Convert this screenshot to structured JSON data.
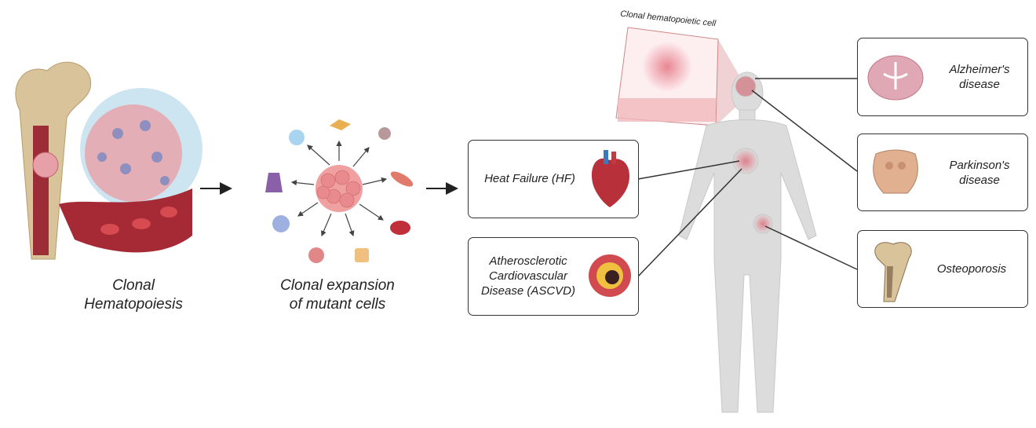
{
  "stages": {
    "clonal_hematopoiesis": {
      "line1": "Clonal",
      "line2": "Hematopoiesis"
    },
    "clonal_expansion": {
      "line1": "Clonal expansion",
      "line2": "of mutant cells"
    }
  },
  "inset": {
    "title": "Clonal hematopoietic cell"
  },
  "diseases": {
    "hf": {
      "label": "Heat Failure (HF)"
    },
    "ascvd": {
      "line1": "Atherosclerotic",
      "line2": "Cardiovascular",
      "line3": "Disease (ASCVD)"
    },
    "alzheimers": {
      "line1": "Alzheimer's",
      "line2": "disease"
    },
    "parkinsons": {
      "line1": "Parkinson's",
      "line2": "disease"
    },
    "osteoporosis": {
      "label": "Osteoporosis"
    }
  },
  "colors": {
    "blood_red": "#a52a35",
    "cell_pink": "#e8a0a8",
    "marrow_blue": "#8fc6e0",
    "bone": "#d8c39a",
    "body_gray": "#dcdcdc",
    "border": "#333333"
  }
}
